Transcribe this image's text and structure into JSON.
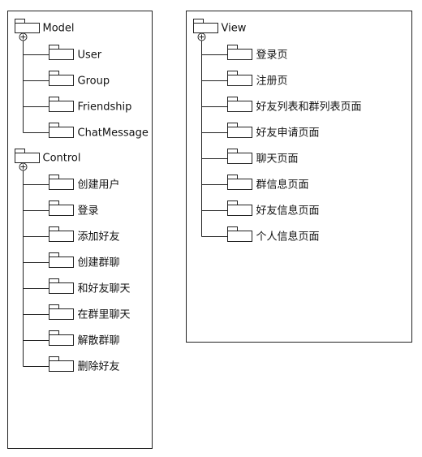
{
  "diagram": {
    "left_panel": {
      "groups": [
        {
          "label": "Model",
          "children": [
            "User",
            "Group",
            "Friendship",
            "ChatMessage"
          ]
        },
        {
          "label": "Control",
          "children": [
            "创建用户",
            "登录",
            "添加好友",
            "创建群聊",
            "和好友聊天",
            "在群里聊天",
            "解散群聊",
            "删除好友"
          ]
        }
      ]
    },
    "right_panel": {
      "groups": [
        {
          "label": "View",
          "children": [
            "登录页",
            "注册页",
            "好友列表和群列表页面",
            "好友申请页面",
            "聊天页面",
            "群信息页面",
            "好友信息页面",
            "个人信息页面"
          ]
        }
      ]
    }
  }
}
